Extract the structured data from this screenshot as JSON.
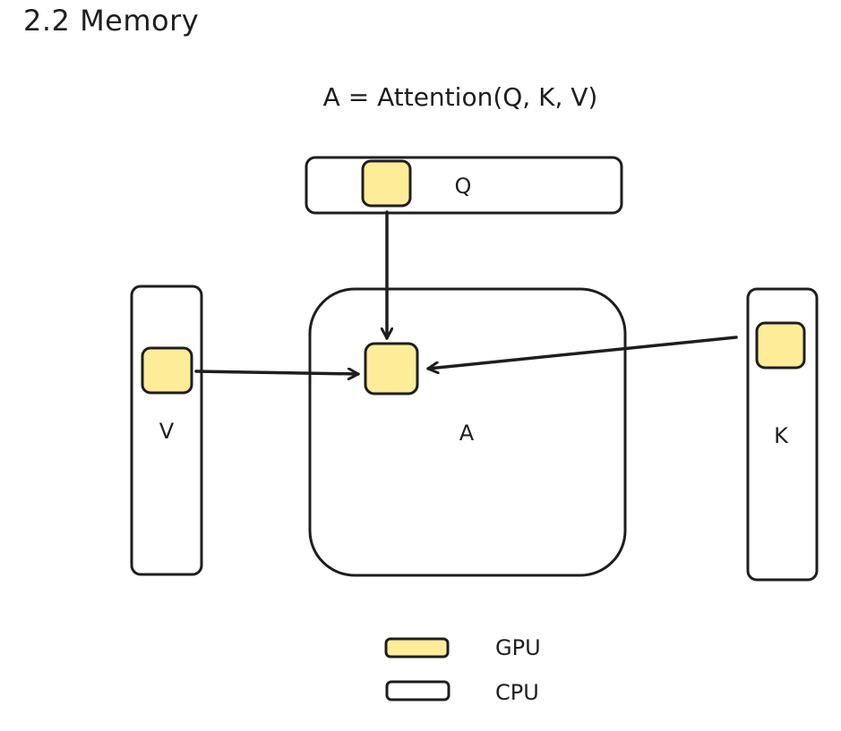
{
  "title": "2.2 Memory",
  "formula": "A = Attention(Q, K, V)",
  "blocks": {
    "q": "Q",
    "v": "V",
    "k": "K",
    "a": "A"
  },
  "legend": {
    "gpu_label": "GPU",
    "cpu_label": "CPU"
  },
  "colors": {
    "gpu_fill": "#ffec99",
    "cpu_fill": "#ffffff",
    "stroke": "#1e1e1e"
  }
}
